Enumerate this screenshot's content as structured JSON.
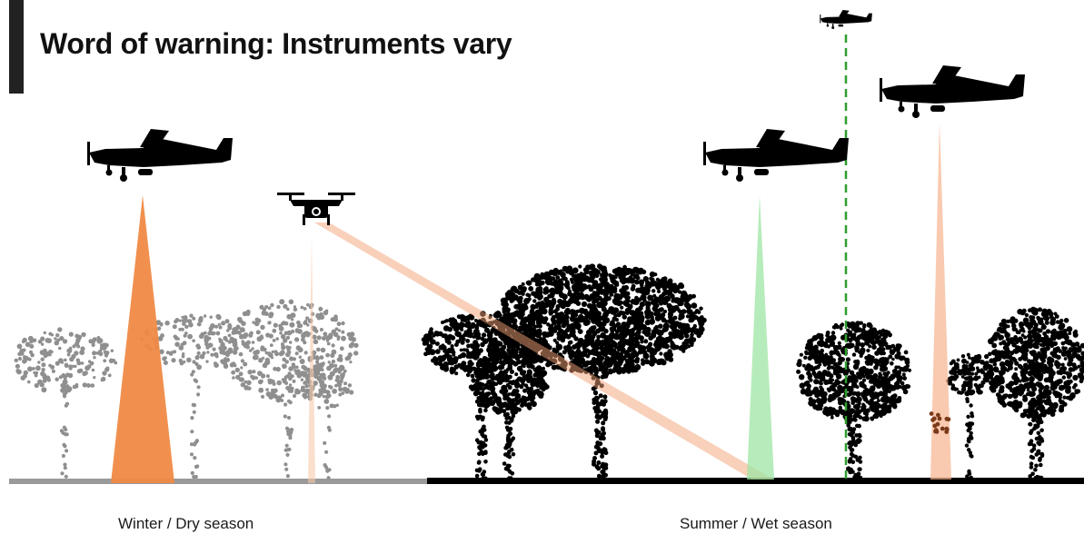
{
  "title": "Word of warning: Instruments vary",
  "captions": {
    "left": "Winter / Dry season",
    "right": "Summer / Wet season"
  },
  "colors": {
    "title_bar": "#222222",
    "dry_canopy": "#8f8f8f",
    "wet_canopy": "#000000",
    "beam_orange": "#f08a45",
    "beam_green": "#7fdc88",
    "beam_peach": "#f6b48f",
    "profile_line": "#2e9e2e",
    "accent_brown": "#7a3b1a"
  },
  "icons": [
    "airplane-icon",
    "drone-icon"
  ]
}
